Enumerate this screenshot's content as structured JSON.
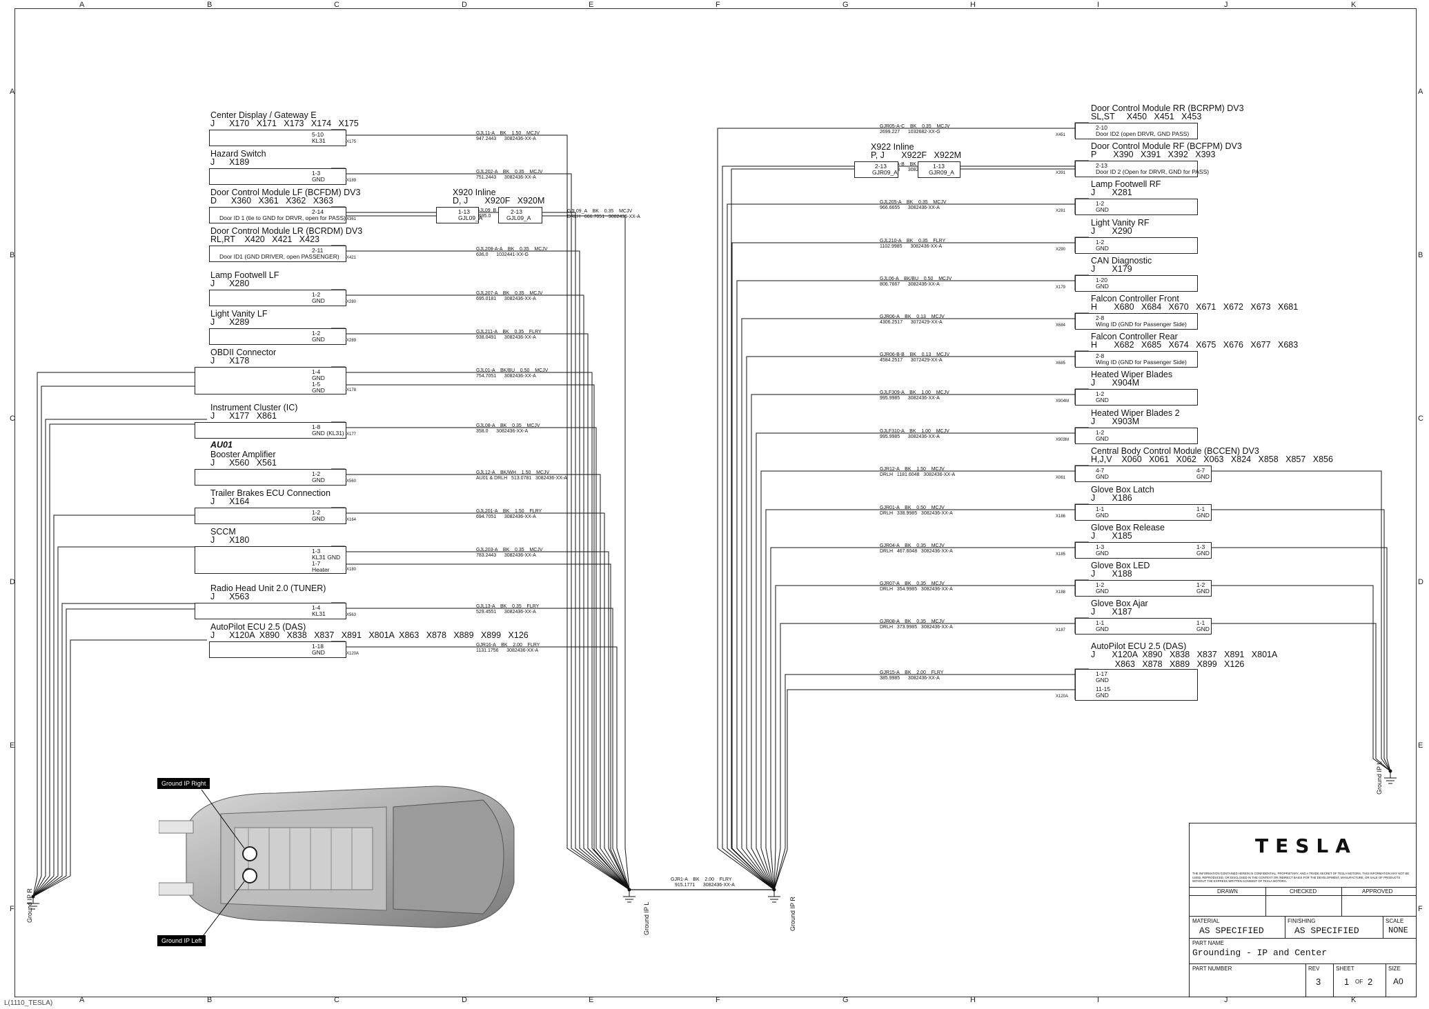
{
  "footer_ref": "L(1110_TESLA)",
  "columns": [
    "A",
    "B",
    "C",
    "D",
    "E",
    "F",
    "G",
    "H",
    "I",
    "J",
    "K"
  ],
  "rows": [
    "A",
    "B",
    "C",
    "D",
    "E",
    "F"
  ],
  "left_modules": [
    {
      "title": "Center Display / Gateway E",
      "sub": "J      X170   X171   X173   X174   X175",
      "pins": [
        "5-10",
        "KL31"
      ],
      "conn": "X175",
      "wire": "GJL11-A    BK    1.50    MCJV",
      "wire2": "947.2443      3082436-XX-A"
    },
    {
      "title": "Hazard Switch",
      "sub": "J      X189",
      "pins": [
        "1-3",
        "GND"
      ],
      "conn": "X189",
      "wire": "GJL202-A    BK    0.35    MCJV",
      "wire2": "751.2443      3082436-XX-A"
    },
    {
      "title": "Door Control Module LF (BCFDM) DV3",
      "sub": "D      X360   X361   X362   X363",
      "pins": [
        "2-14",
        "Door ID 1 (tie to GND for DRVR, open for PASS)"
      ],
      "conn": "X361",
      "wire": "GJL09_B    BK    0.35    MCJV",
      "wire2": "1695.0      1032452-XX-G"
    },
    {
      "title": "Door Control Module LR (BCRDM) DV3",
      "sub": "RL,RT    X420   X421   X423",
      "pins": [
        "2-11",
        "Door ID1 (GND DRIVER, open PASSENGER)"
      ],
      "conn": "X421",
      "wire": "GJL208-A-A    BK    0.35    MCJV",
      "wire2": "636.0      1032441-XX-G"
    },
    {
      "title": "Lamp Footwell LF",
      "sub": "J      X280",
      "pins": [
        "1-2",
        "GND"
      ],
      "conn": "X280",
      "wire": "GJL207-A    BK    0.35    MCJV",
      "wire2": "695.0181      3082436-XX-A"
    },
    {
      "title": "Light Vanity LF",
      "sub": "J      X289",
      "pins": [
        "1-2",
        "GND"
      ],
      "conn": "X289",
      "wire": "GJL211-A    BK    0.35    FLRY",
      "wire2": "938.0491      3082436-XX-A"
    },
    {
      "title": "OBDII Connector",
      "sub": "J      X178",
      "pins": [
        "1-4",
        "GND",
        "1-5",
        "GND"
      ],
      "conn": "X178",
      "wire": "GJL01-A    BK/BU    0.50    MCJV",
      "wire2": "754.7051      3082436-XX-A"
    },
    {
      "title": "Instrument Cluster (IC)",
      "sub": "J      X177   X861",
      "pins": [
        "1-8",
        "GND (KL31)"
      ],
      "conn": "X177",
      "wire": "GJL08-A    BK    0.35    MCJV",
      "wire2": "358.0      3082436-XX-A"
    },
    {
      "title": "AU01",
      "sub": "",
      "pins": [],
      "conn": "",
      "wire": "",
      "wire2": ""
    },
    {
      "title": "Booster Amplifier",
      "sub": "J      X560   X561",
      "pins": [
        "1-2",
        "GND"
      ],
      "conn": "X560",
      "wire": "GJL12-A    BK/WH    1.50    MCJV",
      "wire2": "AU01 & DRLH   513.0781   3082436-XX-A"
    },
    {
      "title": "Trailer Brakes ECU Connection",
      "sub": "J      X164",
      "pins": [
        "1-2",
        "GND"
      ],
      "conn": "X164",
      "wire": "GJL201-A    BK    1.50    FLRY",
      "wire2": "694.7051      3082436-XX-A"
    },
    {
      "title": "SCCM",
      "sub": "J      X180",
      "pins": [
        "1-3",
        "KL31 GND",
        "1-7",
        "Heater"
      ],
      "conn": "X180",
      "wire": "GJL203-A    BK    0.35    MCJV",
      "wire2": "783.2443      3082436-XX-A"
    },
    {
      "title": "Radio Head Unit 2.0 (TUNER)",
      "sub": "J      X563",
      "pins": [
        "1-4",
        "KL31"
      ],
      "conn": "X563",
      "wire": "GJL13-A    BK    0.35    FLRY",
      "wire2": "529.4551      3082436-XX-A"
    },
    {
      "title": "AutoPilot ECU 2.5 (DAS)",
      "sub": "J      X120A  X890   X838   X837   X891   X801A  X863   X878   X889   X899   X126",
      "pins": [
        "1-18",
        "GND"
      ],
      "conn": "X120A",
      "wire": "GJR16-A    BK    2.00    FLRY",
      "wire2": "1131.1756      3082436-XX-A"
    }
  ],
  "inline_left": {
    "title": "X920 Inline",
    "sub": "D, J       X920F   X920M",
    "pinA": "1-13",
    "pinB": "2-13",
    "lblA": "GJL09_A",
    "lblB": "GJL09_A",
    "wire": "GJL09_A    BK    0.35    MCJV",
    "wire2": "DRLH   666.7051   3082436-XX-A"
  },
  "right_modules": [
    {
      "title": "Door Control Module RR (BCRPM) DV3",
      "sub": "SL,ST     X450   X451   X453",
      "pins": [
        "2-10",
        "Door ID2 (open DRVR, GND PASS)"
      ],
      "conn": "X451",
      "wire": "GJR05-A-C    BK    0.35    MCJV",
      "wire2": "2699.227      1032682-XX-G"
    },
    {
      "title": "Door Control Module RF (BCFPM) DV3",
      "sub": "P       X390   X391   X392   X393",
      "pins": [
        "2-13",
        "Door ID 2 (Open for DRVR, GND for PASS)"
      ],
      "conn": "X391",
      "wire": "GJR09-A-B    BK    0.35    MCJV",
      "wire2": "594.9983      3082436-XX-A"
    },
    {
      "title": "Lamp Footwell RF",
      "sub": "J       X281",
      "pins": [
        "1-2",
        "GND"
      ],
      "conn": "X281",
      "wire": "GJL205-A    BK    0.35    MCJV",
      "wire2": "966.6655      3082436-XX-A"
    },
    {
      "title": "Light Vanity RF",
      "sub": "J       X290",
      "pins": [
        "1-2",
        "GND"
      ],
      "conn": "X290",
      "wire": "GJL210-A    BK    0.35    FLRY",
      "wire2": "1102.9985      3082436-XX-A"
    },
    {
      "title": "CAN Diagnostic",
      "sub": "J       X179",
      "pins": [
        "1-20",
        "GND"
      ],
      "conn": "X179",
      "wire": "GJL06-A    BK/BU    0.50    MCJV",
      "wire2": "806.7667      3082436-XX-A"
    },
    {
      "title": "Falcon Controller Front",
      "sub": "H       X680   X684   X670   X671   X672   X673   X681",
      "pins": [
        "2-8",
        "Wing ID (GND for Passenger Side)"
      ],
      "conn": "X684",
      "wire": "GJR06-A    BK    0.13    MCJV",
      "wire2": "4306.2517      3072429-XX-A"
    },
    {
      "title": "Falcon Controller Rear",
      "sub": "H       X682   X685   X674   X675   X676   X677   X683",
      "pins": [
        "2-8",
        "Wing ID (GND for Passenger Side)"
      ],
      "conn": "X685",
      "wire": "GJR06-B-B    BK    0.13    MCJV",
      "wire2": "4584.2517      3072429-XX-A"
    },
    {
      "title": "Heated Wiper Blades",
      "sub": "J       X904M",
      "pins": [
        "1-2",
        "GND"
      ],
      "conn": "X904M",
      "wire": "GJLF309-A    BK    1.00    MCJV",
      "wire2": "995.9985      3082436-XX-A"
    },
    {
      "title": "Heated Wiper Blades 2",
      "sub": "J       X903M",
      "pins": [
        "1-2",
        "GND"
      ],
      "conn": "X903M",
      "wire": "GJLF310-A    BK    1.00    MCJV",
      "wire2": "995.9985      3082436-XX-A"
    },
    {
      "title": "Central Body Control Module (BCCEN) DV3",
      "sub": "H,J,V    X060   X061   X062   X063   X824   X858   X857   X856",
      "pins": [
        "4-7",
        "GND",
        "4-7",
        "GND"
      ],
      "conn": "X061",
      "wire": "GJR12-A    BK    1.50    MCJV",
      "wire2": "DRLH   1181.6048   3082436-XX-A"
    },
    {
      "title": "Glove Box Latch",
      "sub": "J       X186",
      "pins": [
        "1-1",
        "GND",
        "1-1",
        "GND"
      ],
      "conn": "X186",
      "wire": "GJR01-A    BK    0.50    MCJV",
      "wire2": "DRLH   338.9985   3082436-XX-A"
    },
    {
      "title": "Glove Box Release",
      "sub": "J       X185",
      "pins": [
        "1-3",
        "GND",
        "1-3",
        "GND"
      ],
      "conn": "X185",
      "wire": "GJR04-A    BK    0.35    MCJV",
      "wire2": "DRLH   467.6048   3082436-XX-A"
    },
    {
      "title": "Glove Box LED",
      "sub": "J       X188",
      "pins": [
        "1-2",
        "GND",
        "1-2",
        "GND"
      ],
      "conn": "X188",
      "wire": "GJR07-A    BK    0.35    MCJV",
      "wire2": "DRLH   354.9985   3082436-XX-A"
    },
    {
      "title": "Glove Box Ajar",
      "sub": "J       X187",
      "pins": [
        "1-1",
        "GND",
        "1-1",
        "GND"
      ],
      "conn": "X187",
      "wire": "GJR08-A    BK    0.35    MCJV",
      "wire2": "DRLH   373.9985   3082436-XX-A"
    },
    {
      "title": "AutoPilot ECU 2.5 (DAS)",
      "sub": "J       X120A  X890   X838   X837   X891   X801A\n          X863   X878   X889   X899   X126",
      "pins": [
        "1-17",
        "GND",
        "11-15",
        "GND"
      ],
      "conn": "X120A",
      "wire": "GJR15-A    BK    2.00    FLRY",
      "wire2": "385.9985      3082436-XX-A"
    }
  ],
  "inline_right": {
    "title": "X922 Inline",
    "sub": "P, J       X922F   X922M",
    "pinA": "2-13",
    "pinB": "1-13",
    "lblA": "GJR09_A",
    "lblB": "GJR09_A"
  },
  "grounds": {
    "ip_r_left": "Ground IP R",
    "ip_l": "Ground IP L",
    "ip_r_center": "Ground IP R",
    "ip_l_right": "Ground IP L"
  },
  "main_wire": {
    "label": "GJR1-A    BK    2.00    FLRY",
    "sub": "915.1771      3082436-XX-A"
  },
  "callouts": {
    "right": "Ground IP Right",
    "left": "Ground IP Left"
  },
  "title_block": {
    "logo": "TESLA",
    "disclaimer": "THE INFORMATION CONTAINED HEREIN IS CONFIDENTIAL, PROPRIETARY, AND A TRADE SECRET OF TESLA MOTORS. THIS INFORMATION MAY NOT BE USED, REPRODUCED, OR DISCLOSED IN THE CONTEXT OR INDIRECT BASIS FOR THE DEVELOPMENT, MANUFACTURE, OR SALE OF PRODUCTS WITHOUT THE EXPRESS WRITTEN CONSENT OF TESLA MOTORS.",
    "drawn": "DRAWN",
    "checked": "CHECKED",
    "approved": "APPROVED",
    "material_label": "MATERIAL",
    "material": "AS SPECIFIED",
    "finishing_label": "FINISHING",
    "finishing": "AS SPECIFIED",
    "scale_label": "SCALE",
    "scale": "NONE",
    "part_name_label": "PART NAME",
    "part_name": "Grounding - IP and Center",
    "part_number_label": "PART NUMBER",
    "rev_label": "REV",
    "rev": "3",
    "sheet_label": "SHEET",
    "sheet": "1",
    "sheet_of": "OF",
    "sheet_total": "2",
    "size_label": "SIZE",
    "size": "A0"
  }
}
